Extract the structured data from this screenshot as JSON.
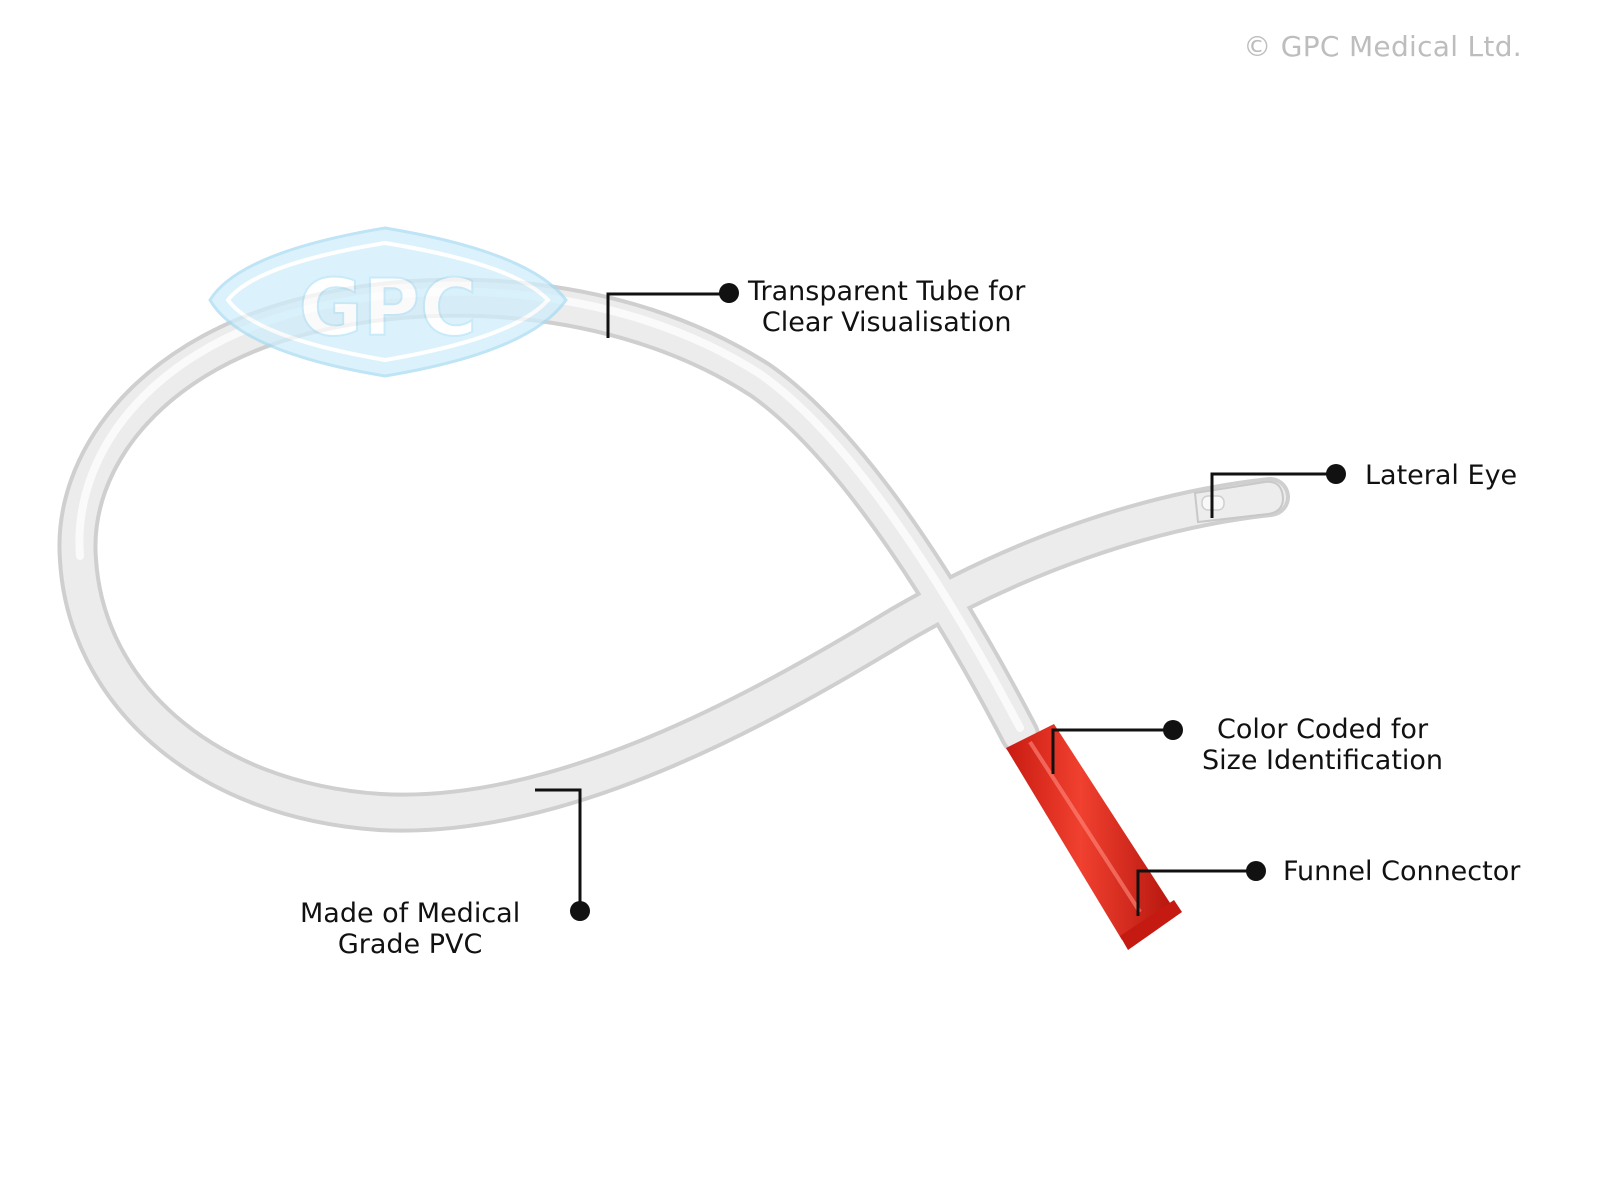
{
  "copyright": "© GPC Medical Ltd.",
  "watermark": {
    "text": "GPC",
    "color": "#a8dcf5"
  },
  "colors": {
    "tube": "#e4e4e4",
    "tube_edge": "#c8c8c8",
    "funnel": "#e8261c",
    "funnel_dark": "#b71a12",
    "leader": "#111111",
    "watermark": "#b8e3f7"
  },
  "callouts": {
    "transparent_tube": {
      "line1": "Transparent Tube for",
      "line2": "Clear Visualisation"
    },
    "lateral_eye": {
      "line1": "Lateral Eye"
    },
    "color_coded": {
      "line1": "Color Coded for",
      "line2": "Size Identification"
    },
    "funnel_connector": {
      "line1": "Funnel Connector"
    },
    "medical_grade": {
      "line1": "Made of Medical",
      "line2": "Grade PVC"
    }
  }
}
